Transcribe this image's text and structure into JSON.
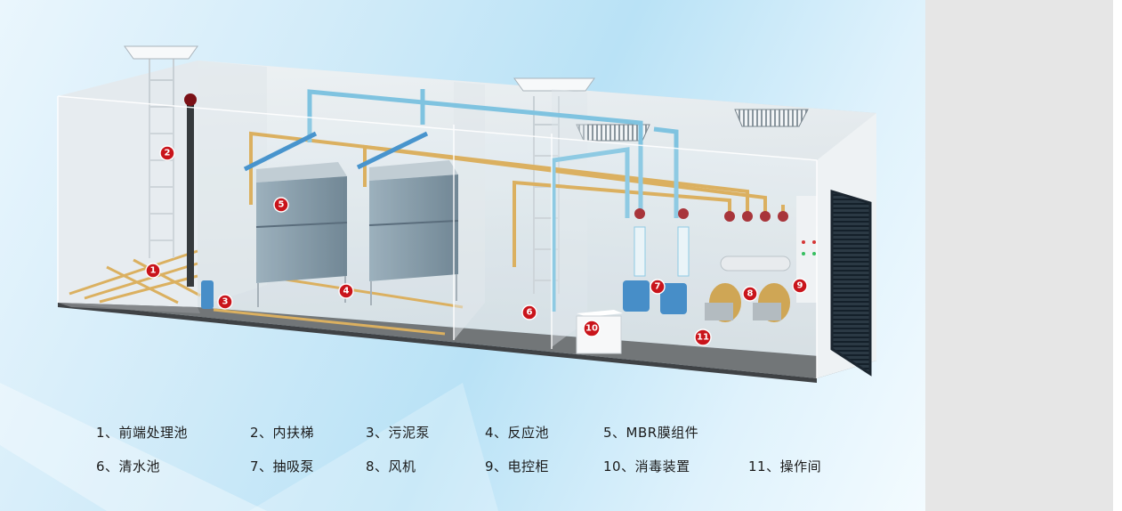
{
  "markers": [
    "1",
    "2",
    "3",
    "4",
    "5",
    "6",
    "7",
    "8",
    "9",
    "10",
    "11"
  ],
  "legend": {
    "row1": [
      "1、前端处理池",
      "2、内扶梯",
      "3、污泥泵",
      "4、反应池",
      "5、MBR膜组件"
    ],
    "row2": [
      "6、清水池",
      "7、抽吸泵",
      "8、风机",
      "9、电控柜",
      "10、消毒装置",
      "11、操作间"
    ]
  },
  "colors": {
    "marker": "#c9141b",
    "water_pipe": "#7fc3e0",
    "air_pipe": "#d7a64a",
    "tank_wall": "#dfe6ea",
    "membrane": "#6f8a9c",
    "floor": "#6a6d70",
    "sidebar": "#e6e6e6"
  }
}
